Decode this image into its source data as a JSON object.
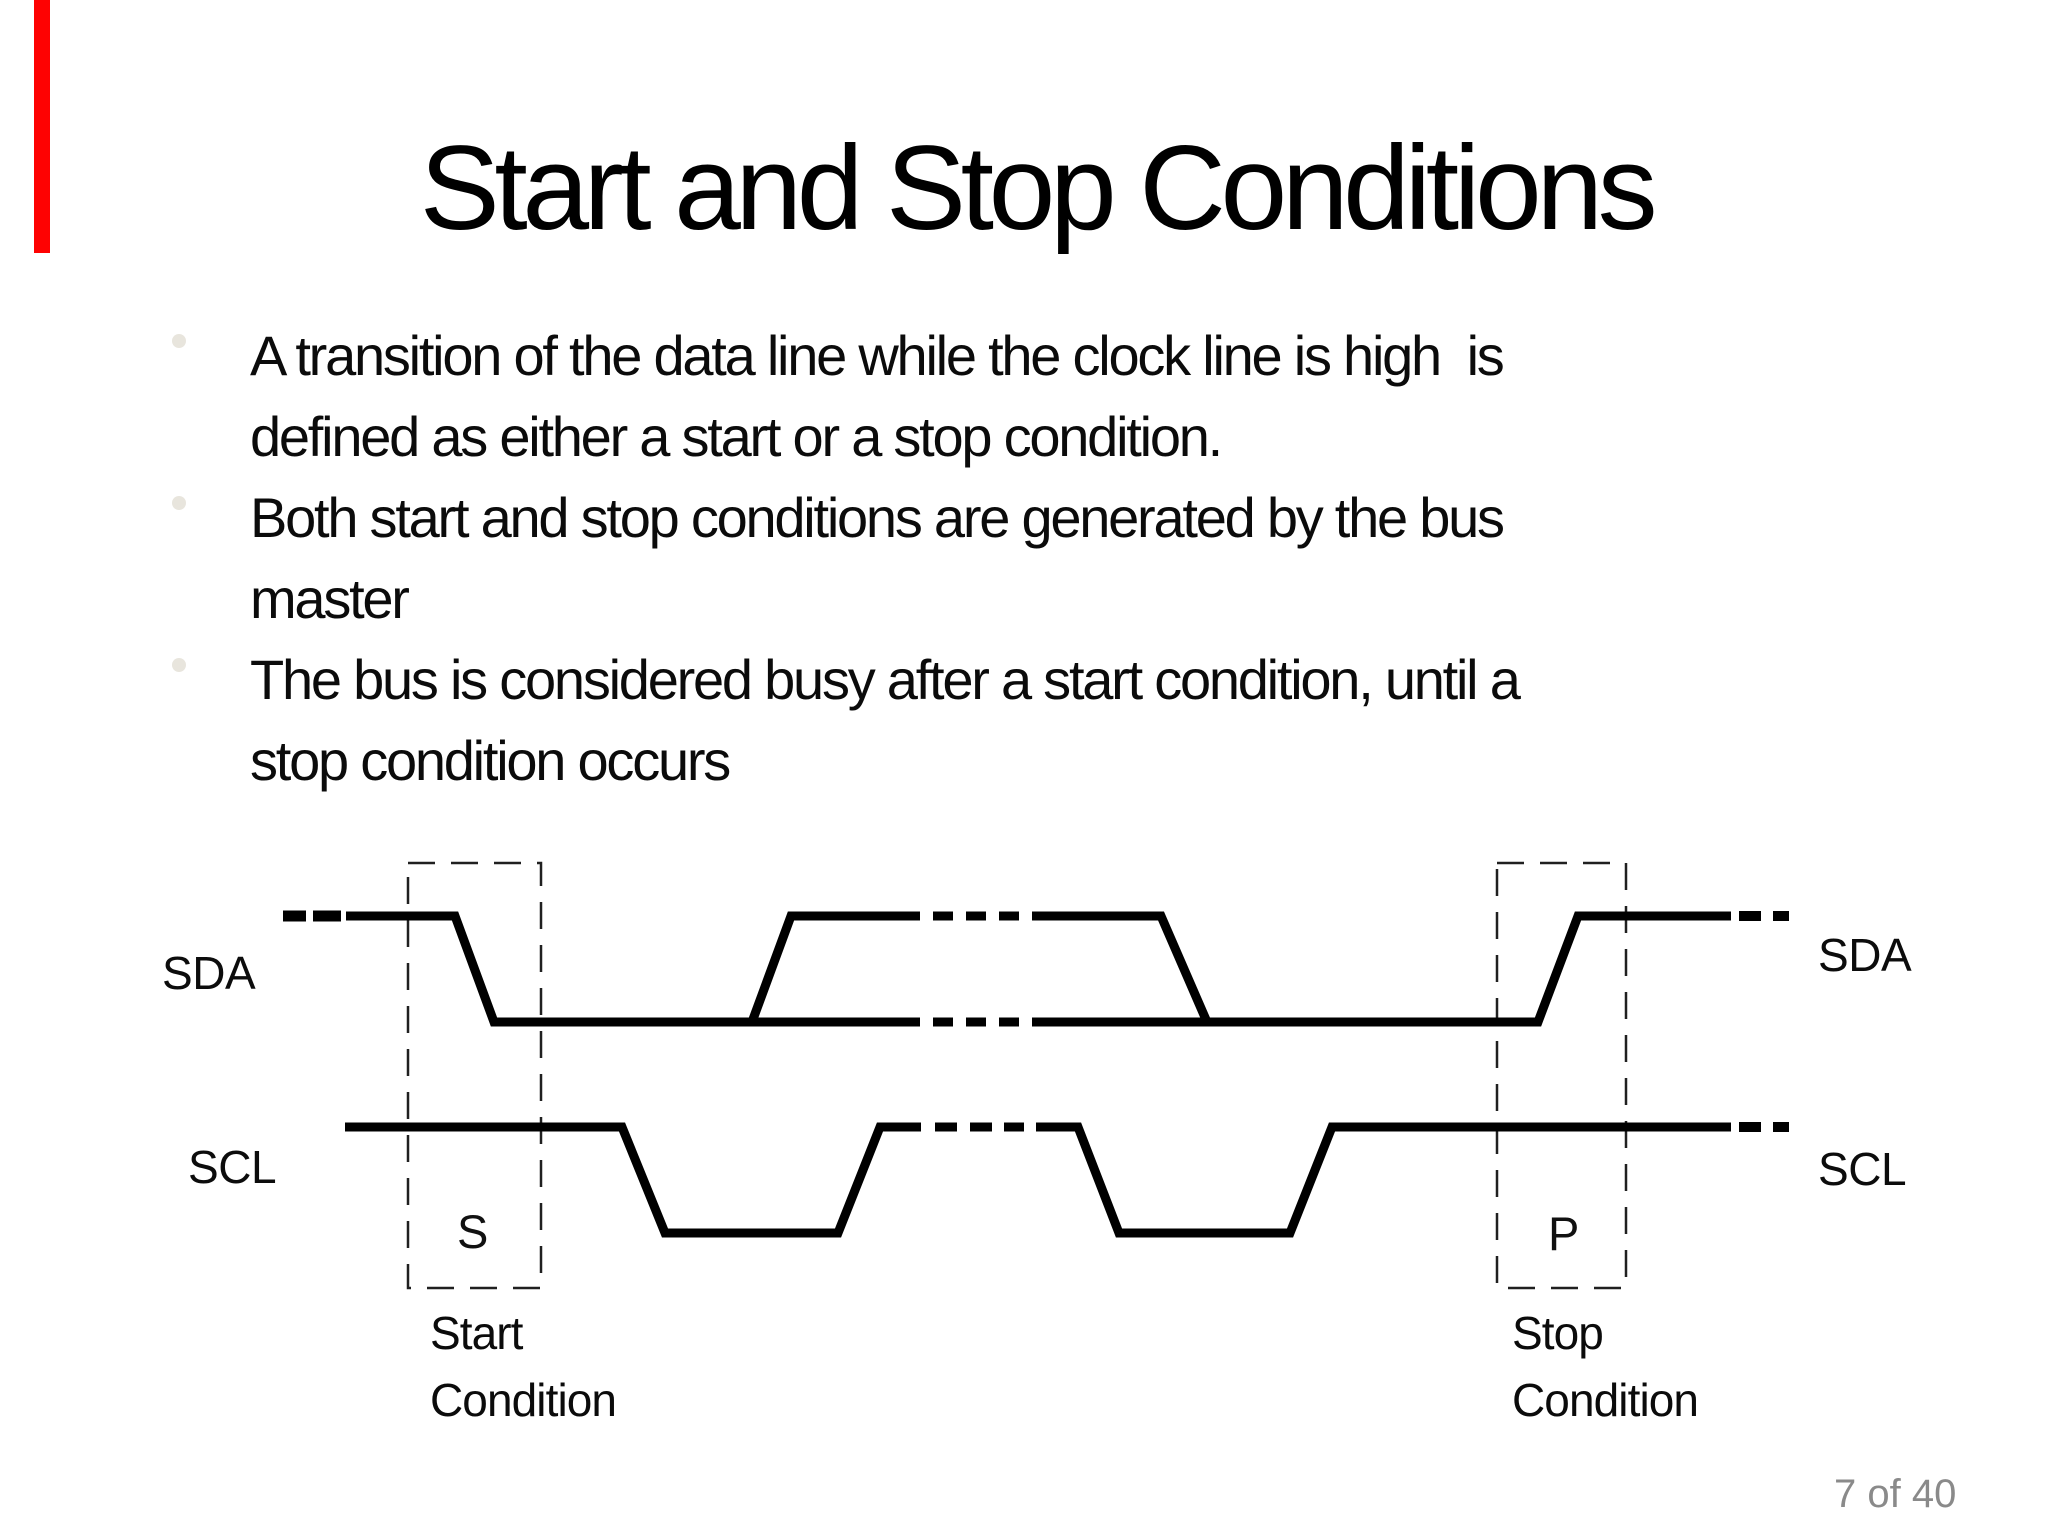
{
  "slide": {
    "title": "Start and Stop Conditions",
    "accent_bar_color": "#fe0202",
    "bullets": [
      {
        "lines": [
          "A transition of the data line while the clock line is high  is",
          "defined as either a start or a stop condition."
        ]
      },
      {
        "lines": [
          "Both start and stop conditions are generated by the bus",
          "master"
        ]
      },
      {
        "lines": [
          "The bus is considered busy after a start condition, until a",
          "stop condition occurs"
        ]
      }
    ],
    "page_indicator": "7 of 40"
  },
  "diagram": {
    "line_color": "#000000",
    "sda_label_left": "SDA",
    "sda_label_right": "SDA",
    "scl_label_left": "SCL",
    "scl_label_right": "SCL",
    "start_marker": "S",
    "stop_marker": "P",
    "start_caption": {
      "line1": "Start",
      "line2": "Condition"
    },
    "stop_caption": {
      "line1": "Stop",
      "line2": "Condition"
    }
  }
}
